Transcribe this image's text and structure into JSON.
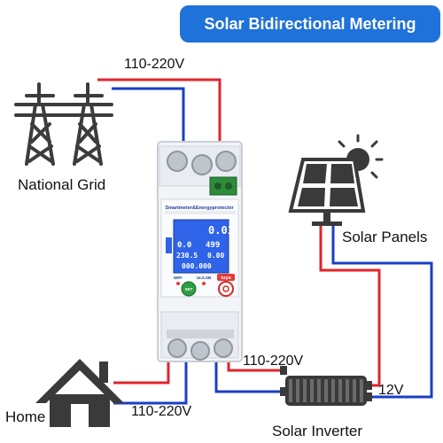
{
  "title": "Solar Bidirectional Metering",
  "labels": {
    "national_grid": "National Grid",
    "solar_panels": "Solar Panels",
    "home": "Home",
    "solar_inverter": "Solar Inverter",
    "voltage_top": "110-220V",
    "voltage_mid": "110-220V",
    "voltage_bottom": "110-220V",
    "dc_voltage": "12V"
  },
  "meter": {
    "brand_line": "Smartmeter&Energyprotector",
    "display": {
      "row1": "0.01",
      "row2_left": "0.0",
      "row2_right": "499",
      "row3_left": "230.5",
      "row3_right": "0.00",
      "row4": "000.000"
    },
    "wifi_label": "WIFI",
    "ul_label": "UL/LSB",
    "brand_logo": "tuya",
    "set_button": "SET"
  },
  "colors": {
    "title_bg": "#1f72d9",
    "wire_red": "#e0242b",
    "wire_blue": "#1a3fc4",
    "screen": "#2f63e8"
  }
}
